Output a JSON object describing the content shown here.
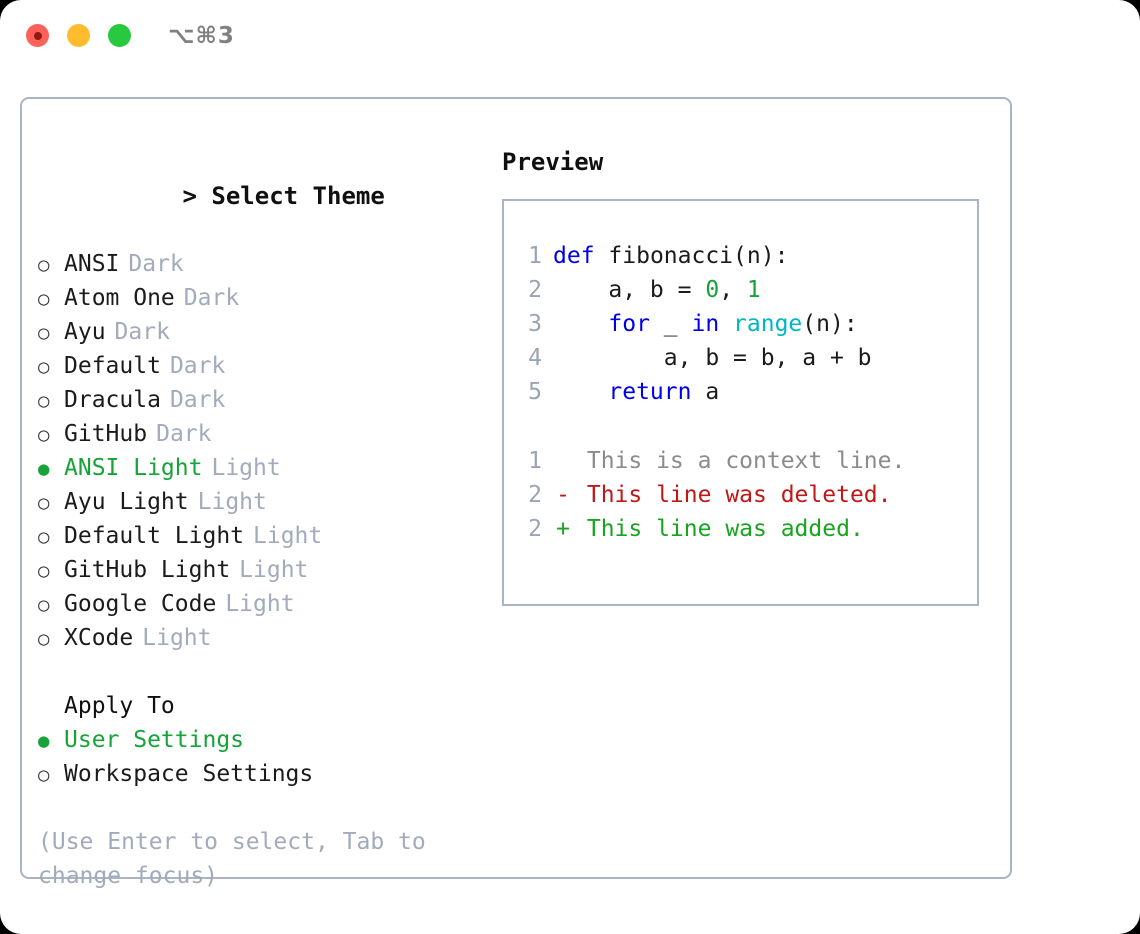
{
  "titlebar": {
    "traffic_lights": [
      {
        "name": "close",
        "color": "#ff6159"
      },
      {
        "name": "minimize",
        "color": "#ffbd2e"
      },
      {
        "name": "maximize",
        "color": "#28c840"
      }
    ],
    "shortcut": "⌥⌘3"
  },
  "theme_picker": {
    "header_prefix": ">",
    "header": "Select Theme",
    "marker_unselected": "○",
    "marker_selected": "●",
    "options": [
      {
        "name": "ANSI",
        "tag": "Dark",
        "selected": false
      },
      {
        "name": "Atom One",
        "tag": "Dark",
        "selected": false
      },
      {
        "name": "Ayu",
        "tag": "Dark",
        "selected": false
      },
      {
        "name": "Default",
        "tag": "Dark",
        "selected": false
      },
      {
        "name": "Dracula",
        "tag": "Dark",
        "selected": false
      },
      {
        "name": "GitHub",
        "tag": "Dark",
        "selected": false
      },
      {
        "name": "ANSI Light",
        "tag": "Light",
        "selected": true
      },
      {
        "name": "Ayu Light",
        "tag": "Light",
        "selected": false
      },
      {
        "name": "Default Light",
        "tag": "Light",
        "selected": false
      },
      {
        "name": "GitHub Light",
        "tag": "Light",
        "selected": false
      },
      {
        "name": "Google Code",
        "tag": "Light",
        "selected": false
      },
      {
        "name": "XCode",
        "tag": "Light",
        "selected": false
      }
    ]
  },
  "apply_to": {
    "header": "Apply To",
    "options": [
      {
        "name": "User Settings",
        "selected": true
      },
      {
        "name": "Workspace Settings",
        "selected": false
      }
    ]
  },
  "hint": "(Use Enter to select, Tab to change focus)",
  "preview": {
    "title": "Preview",
    "code": [
      {
        "lineno": "1",
        "tokens": [
          {
            "t": "def",
            "c": "kw"
          },
          {
            "t": " ",
            "c": "pl"
          },
          {
            "t": "fibonacci(n):",
            "c": "pl"
          }
        ]
      },
      {
        "lineno": "2",
        "tokens": [
          {
            "t": "    a, b = ",
            "c": "pl"
          },
          {
            "t": "0",
            "c": "num"
          },
          {
            "t": ", ",
            "c": "pl"
          },
          {
            "t": "1",
            "c": "num"
          }
        ]
      },
      {
        "lineno": "3",
        "tokens": [
          {
            "t": "    ",
            "c": "pl"
          },
          {
            "t": "for",
            "c": "kw"
          },
          {
            "t": " _ ",
            "c": "pl"
          },
          {
            "t": "in",
            "c": "kw"
          },
          {
            "t": " ",
            "c": "pl"
          },
          {
            "t": "range",
            "c": "fn"
          },
          {
            "t": "(n):",
            "c": "pl"
          }
        ]
      },
      {
        "lineno": "4",
        "tokens": [
          {
            "t": "        a, b = b, a + b",
            "c": "pl"
          }
        ]
      },
      {
        "lineno": "5",
        "tokens": [
          {
            "t": "    ",
            "c": "pl"
          },
          {
            "t": "return",
            "c": "kw"
          },
          {
            "t": " a",
            "c": "pl"
          }
        ]
      }
    ],
    "diff": [
      {
        "lineno": "1",
        "sign": " ",
        "text": "This is a context line.",
        "kind": "ctx"
      },
      {
        "lineno": "2",
        "sign": "-",
        "text": "This line was deleted.",
        "kind": "del"
      },
      {
        "lineno": "2",
        "sign": "+",
        "text": "This line was added.",
        "kind": "add"
      }
    ]
  },
  "colors": {
    "accent_green": "#16a338",
    "muted": "#a2abbb",
    "border": "#aab4c4",
    "keyword": "#0000e6",
    "function": "#00b6c4",
    "number": "#16a338",
    "diff_delete": "#c01717",
    "diff_add": "#17a51f",
    "diff_context": "#8b8b8b"
  }
}
